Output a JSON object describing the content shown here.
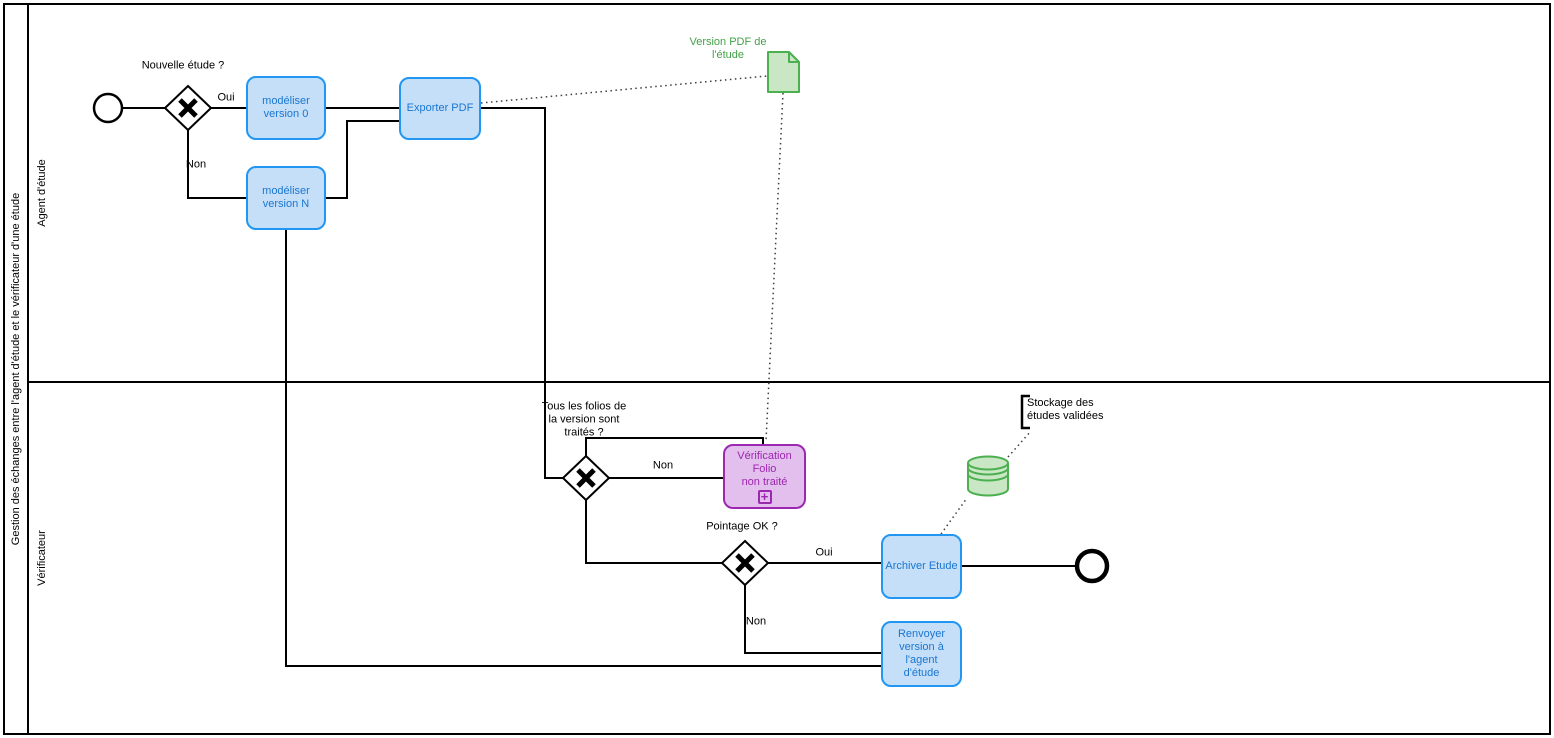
{
  "pool": {
    "title": "Gestion des échanges entre l'agent d'étude et le vérificateur d'une étude",
    "lanes": [
      {
        "label": "Agent d'étude"
      },
      {
        "label": "Vérificateur"
      }
    ]
  },
  "tasks": {
    "modeliser_v0": "modéliser\nversion 0",
    "modeliser_vn": "modéliser\nversion N",
    "exporter_pdf": "Exporter PDF",
    "verification_folio": "Vérification Folio\nnon traité",
    "archiver_etude": "Archiver Etude",
    "renvoyer_version": "Renvoyer\nversion à l'agent\nd'étude"
  },
  "gateways": {
    "nouvelle_etude": "Nouvelle étude ?",
    "tous_folios": "Tous les folios de\nla version sont\ntraités ?",
    "pointage_ok": "Pointage OK ?"
  },
  "edge_labels": {
    "nouvelle_oui": "Oui",
    "nouvelle_non": "Non",
    "folios_non": "Non",
    "pointage_oui": "Oui",
    "pointage_non": "Non"
  },
  "artifacts": {
    "pdf_doc": "Version PDF de\nl'étude",
    "stockage": "Stockage des\nétudes validées"
  },
  "icons": {
    "subprocess_plus": "+"
  },
  "colors": {
    "task_fill": "#c5dff8",
    "task_stroke": "#2196f3",
    "task_text": "#1976d2",
    "subprocess_fill": "#e2bfec",
    "subprocess_stroke": "#9c27b0",
    "artifact_fill": "#c9e7c4",
    "artifact_stroke": "#4caf50",
    "artifact_text": "#43a047",
    "line": "#000000",
    "background": "#ffffff"
  }
}
